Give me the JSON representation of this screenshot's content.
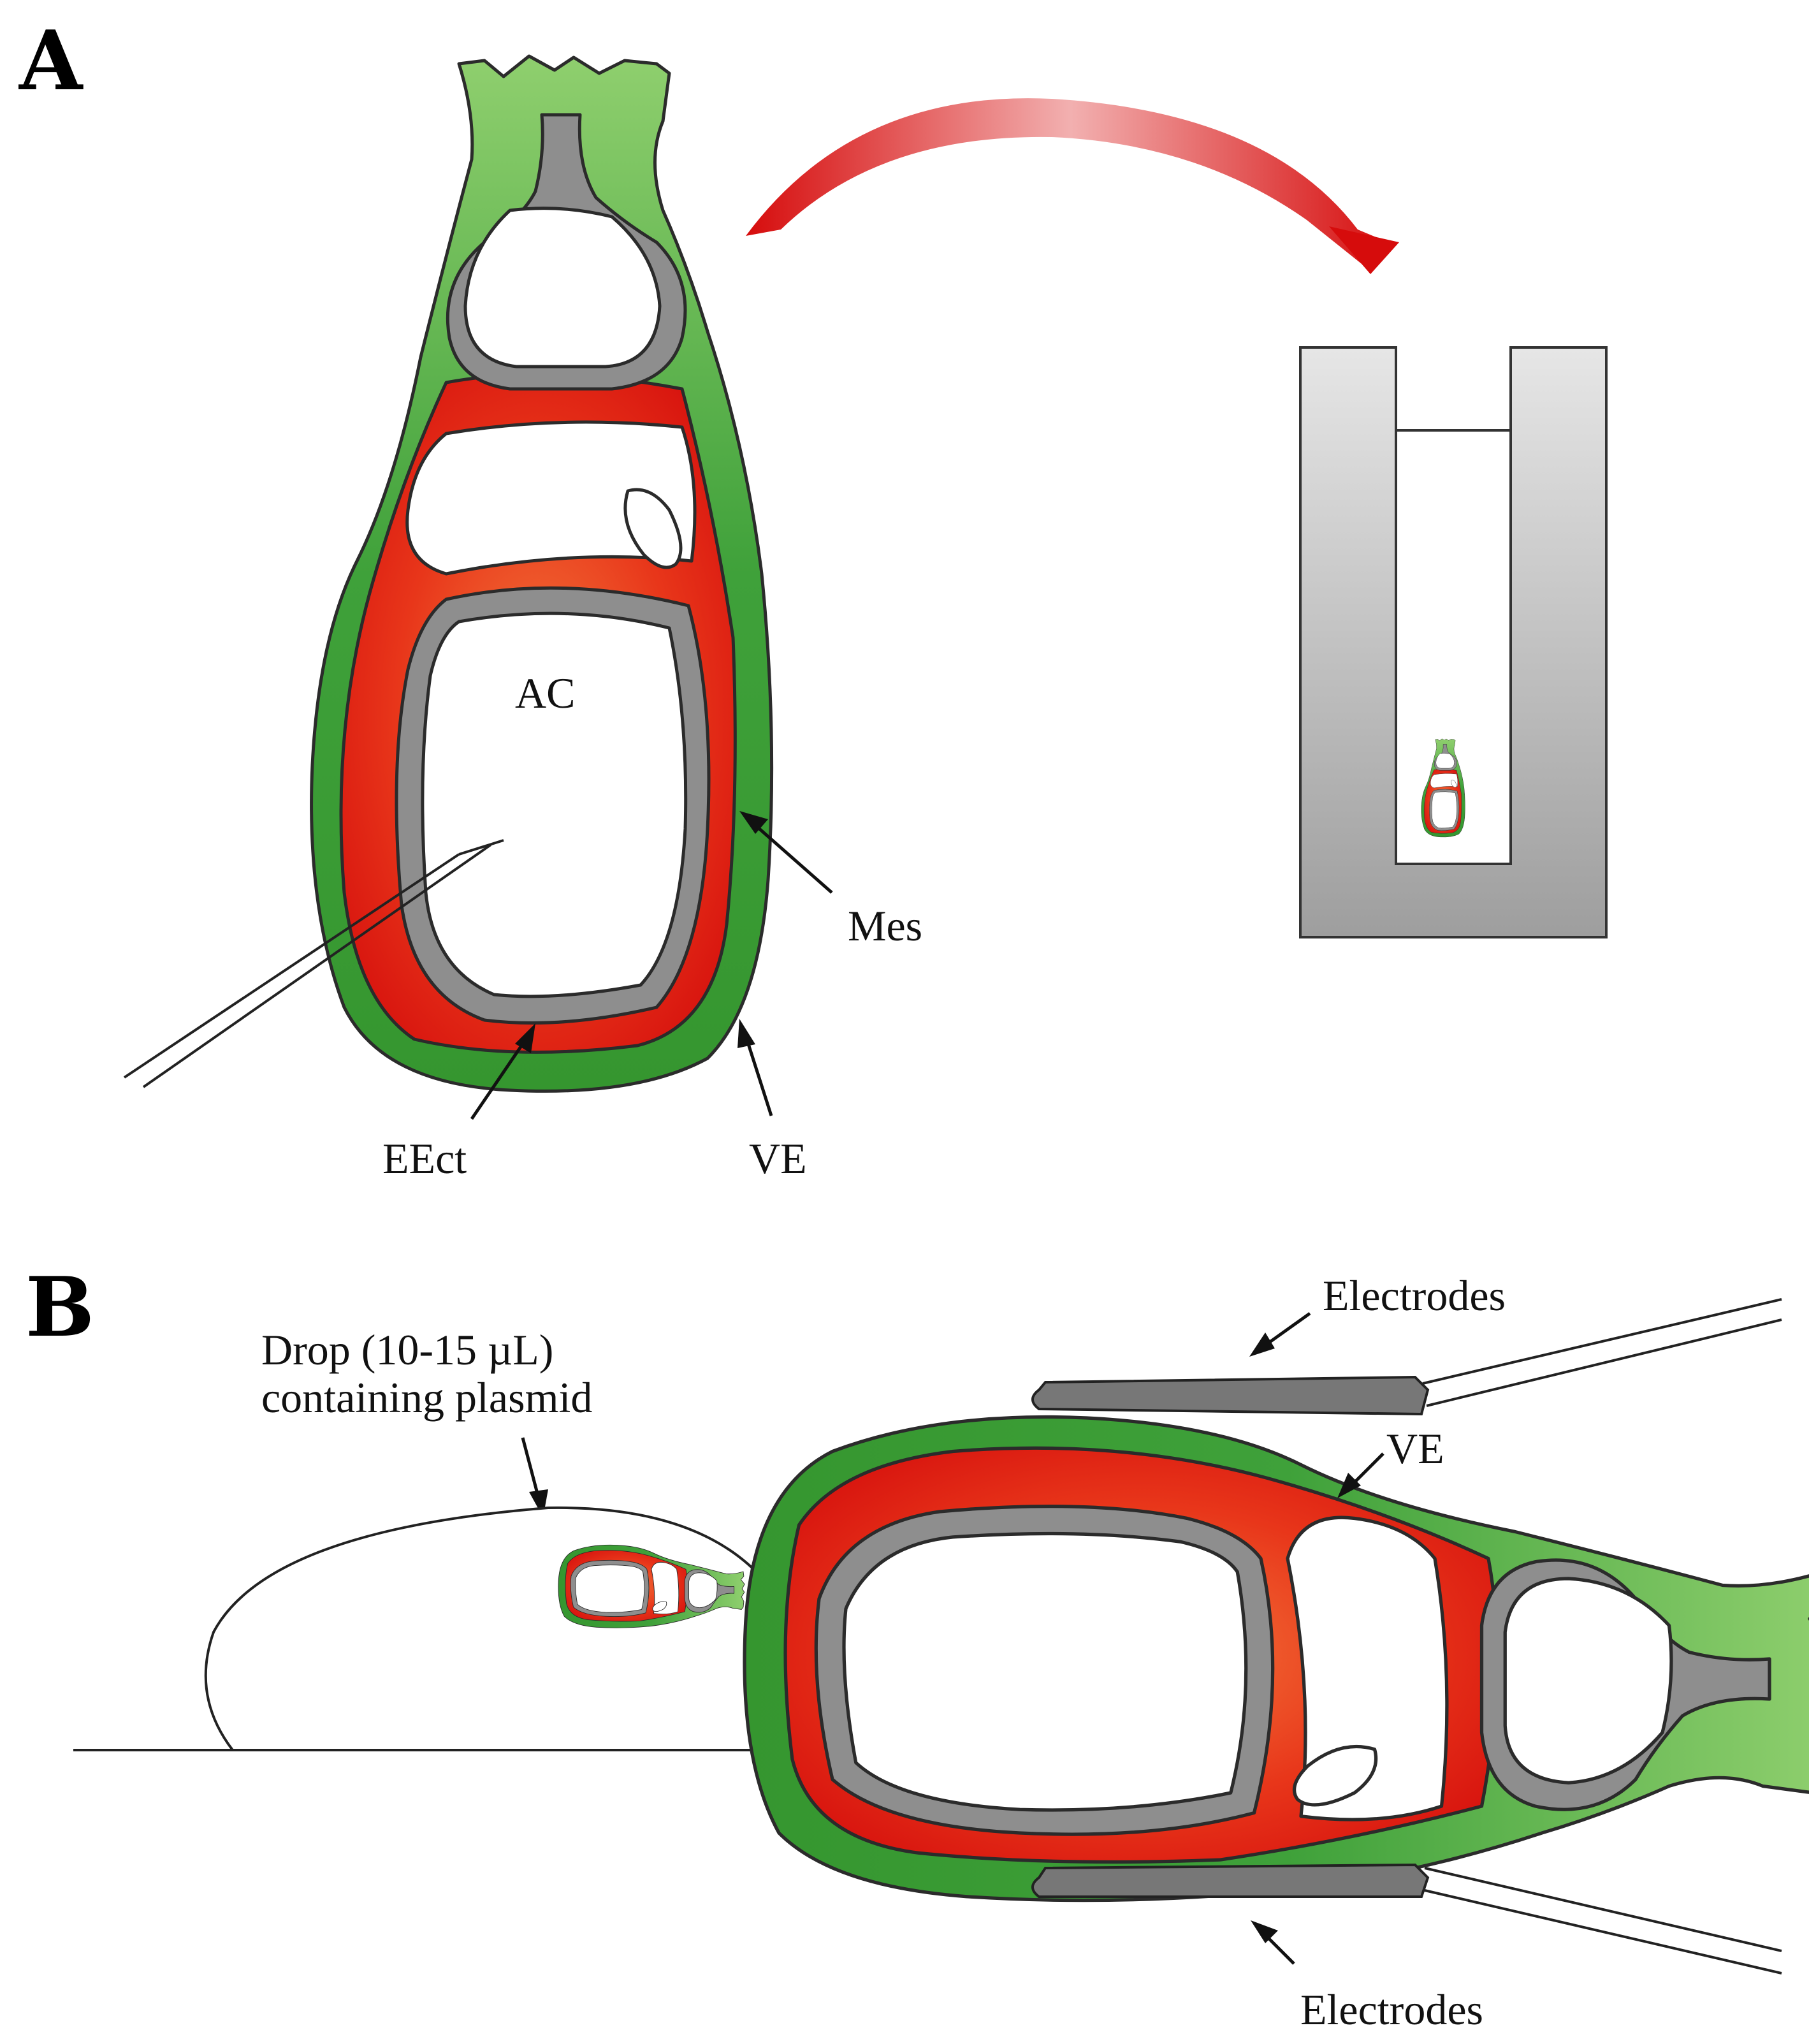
{
  "panels": {
    "a": {
      "letter": "A",
      "labels": {
        "ac": "AC",
        "mes": "Mes",
        "eect": "EEct",
        "ve": "VE"
      }
    },
    "b": {
      "letter": "B",
      "drop_label_line1": "Drop (10-15 µL)",
      "drop_label_line2": "containing plasmid",
      "electrodes_top": "Electrodes",
      "electrodes_bottom": "Electrodes",
      "ve": "VE"
    }
  },
  "colors": {
    "visceral_endoderm": "#3a9a34",
    "mesoderm": "#e01e12",
    "extraembryonic_ectoderm": "#8e8e8e",
    "transfer_arrow": "#d40d0d",
    "process_arrow": "#b5dde3",
    "tube": "#c8c8c8",
    "electrode": "#777777"
  },
  "icons": {
    "transfer_arrow": "curved-arrow-icon",
    "process_arrow": "block-arrow-right-icon",
    "injection_needle": "needle-icon"
  }
}
